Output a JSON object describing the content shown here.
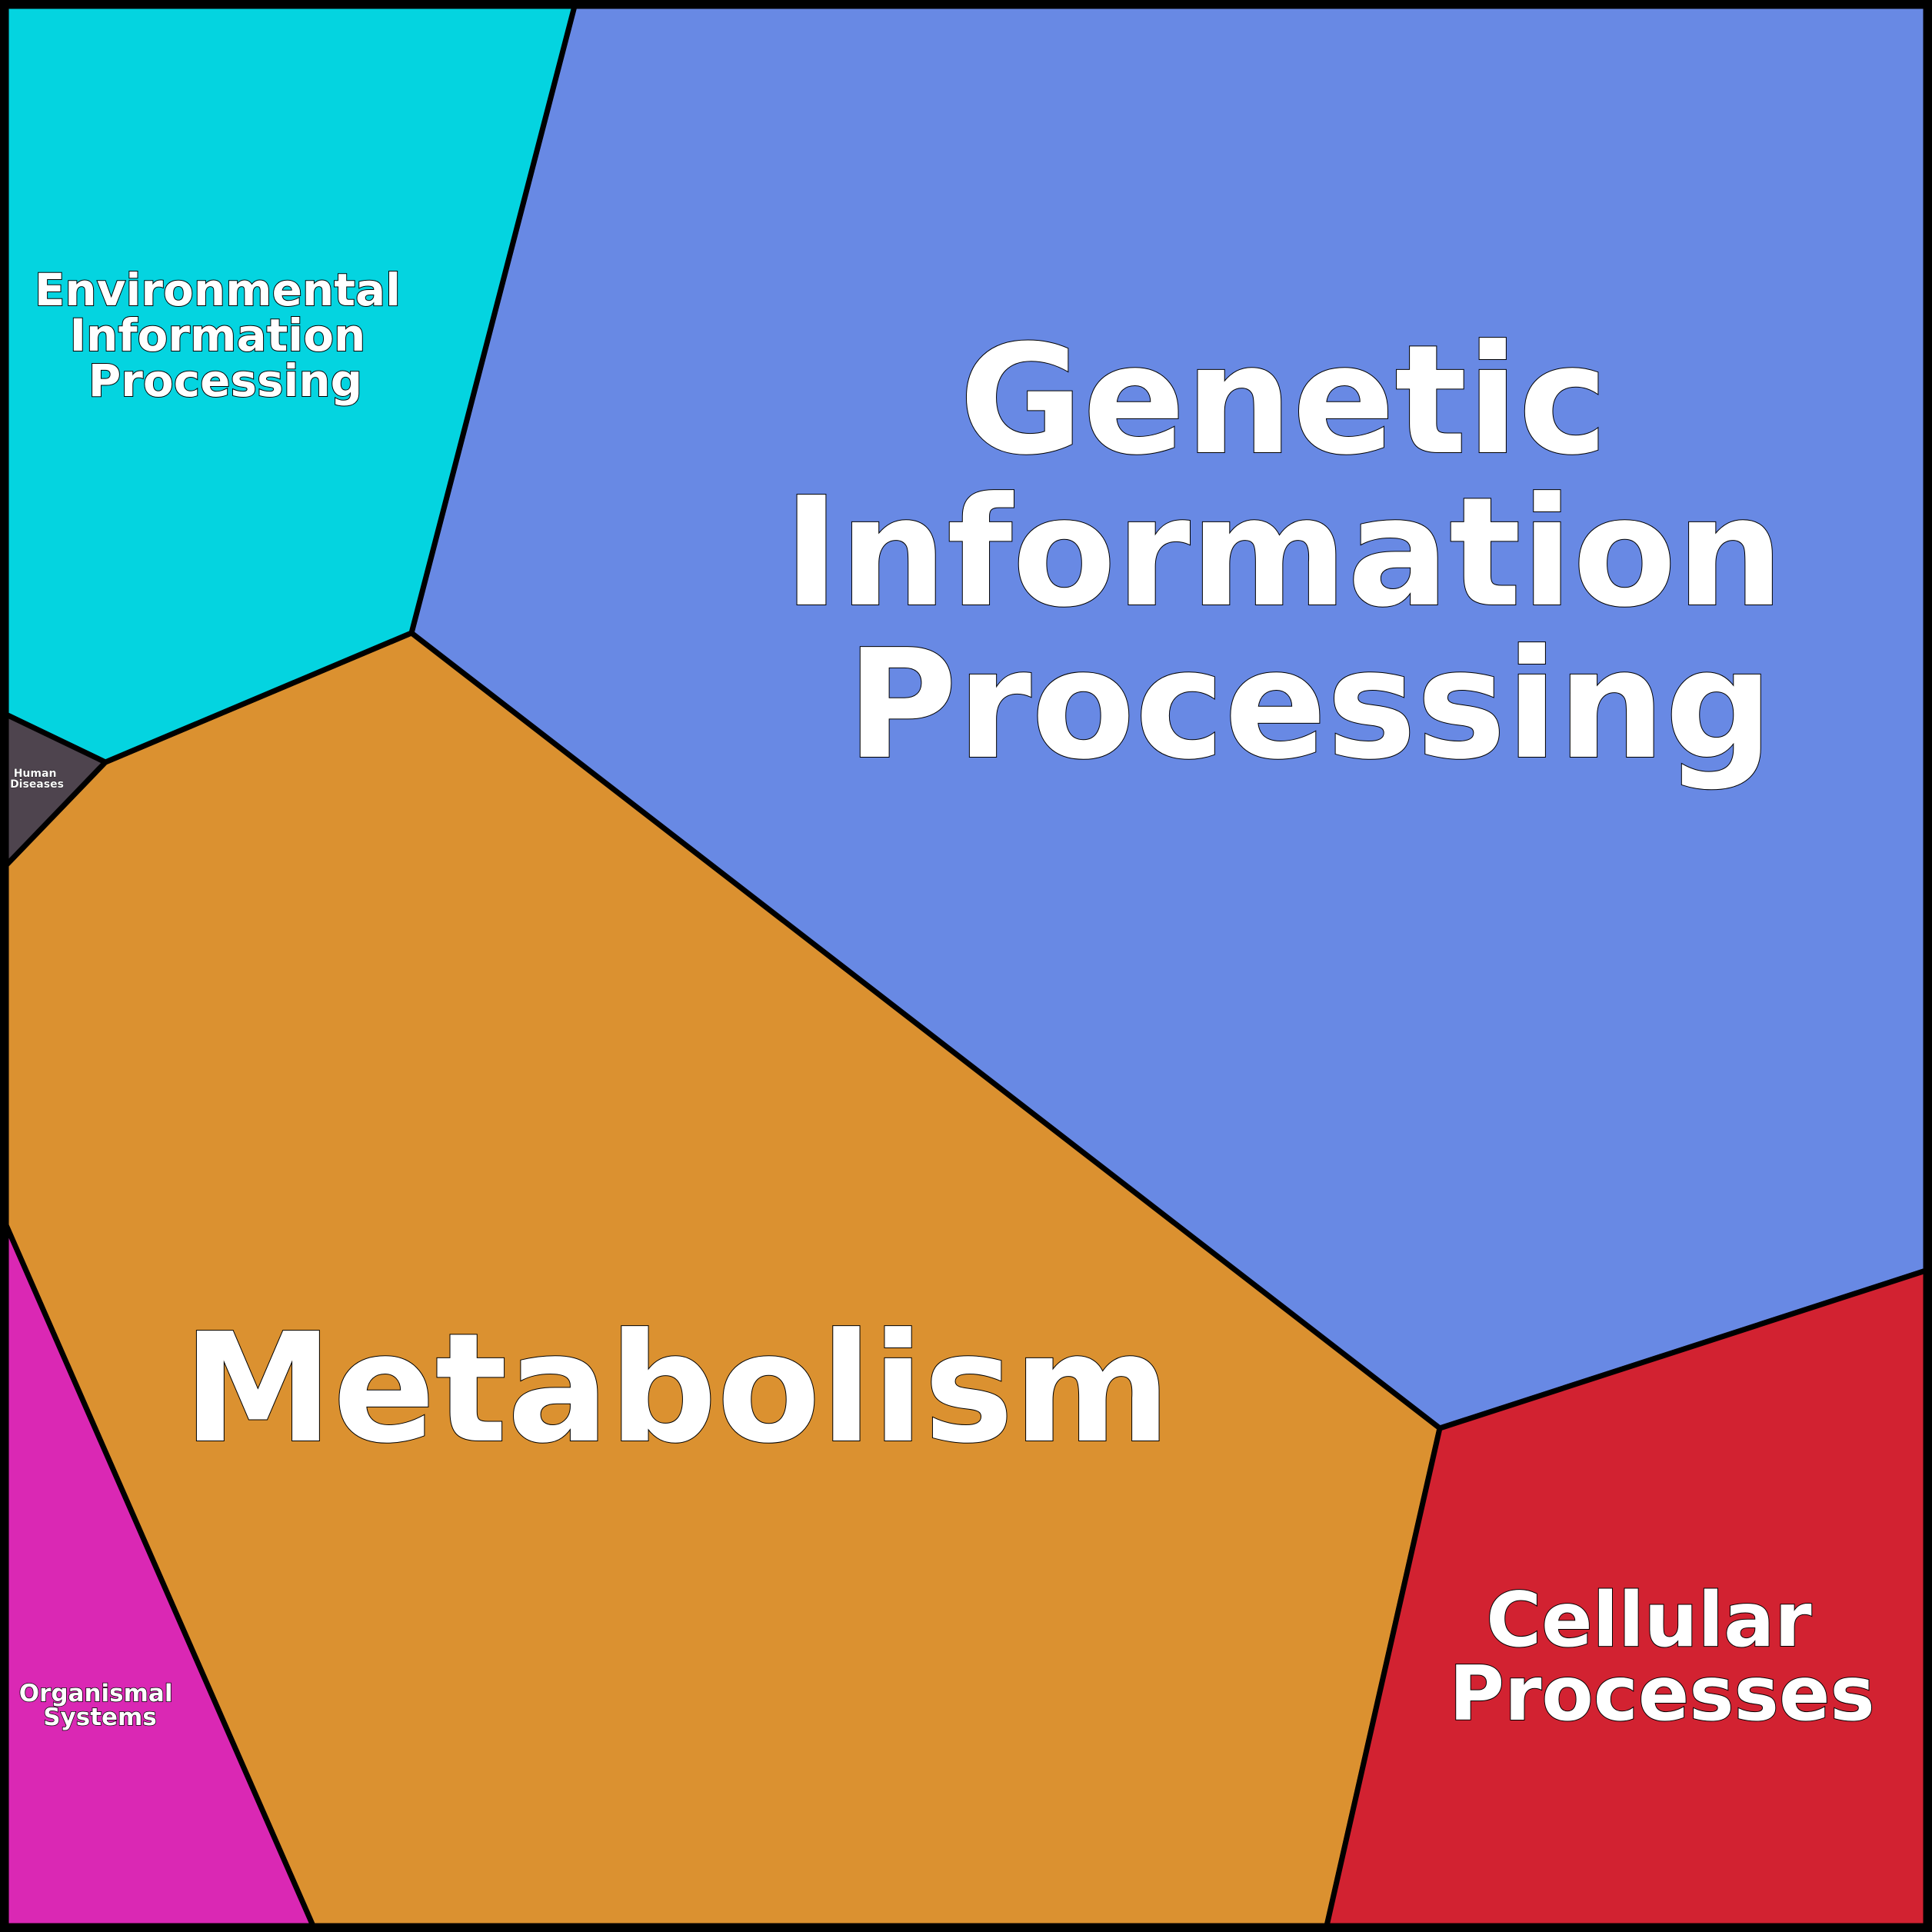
{
  "diagram": {
    "type": "voronoi-treemap",
    "regions": [
      {
        "id": "genetic",
        "name": "Genetic Information Processing",
        "lines": [
          "Genetic",
          "Information",
          "Processing"
        ],
        "color": "#6889e4"
      },
      {
        "id": "metabolism",
        "name": "Metabolism",
        "lines": [
          "Metabolism"
        ],
        "color": "#db9130"
      },
      {
        "id": "cellular",
        "name": "Cellular Processes",
        "lines": [
          "Cellular",
          "Processes"
        ],
        "color": "#d22231"
      },
      {
        "id": "environmental",
        "name": "Environmental Information Processing",
        "lines": [
          "Environmental",
          "Information",
          "Processing"
        ],
        "color": "#04d4e0"
      },
      {
        "id": "organismal",
        "name": "Organismal Systems",
        "lines": [
          "Organismal",
          "Systems"
        ],
        "color": "#da28b4"
      },
      {
        "id": "human",
        "name": "Human Diseases",
        "lines": [
          "Human",
          "Diseases"
        ],
        "color": "#4e444e"
      }
    ]
  }
}
